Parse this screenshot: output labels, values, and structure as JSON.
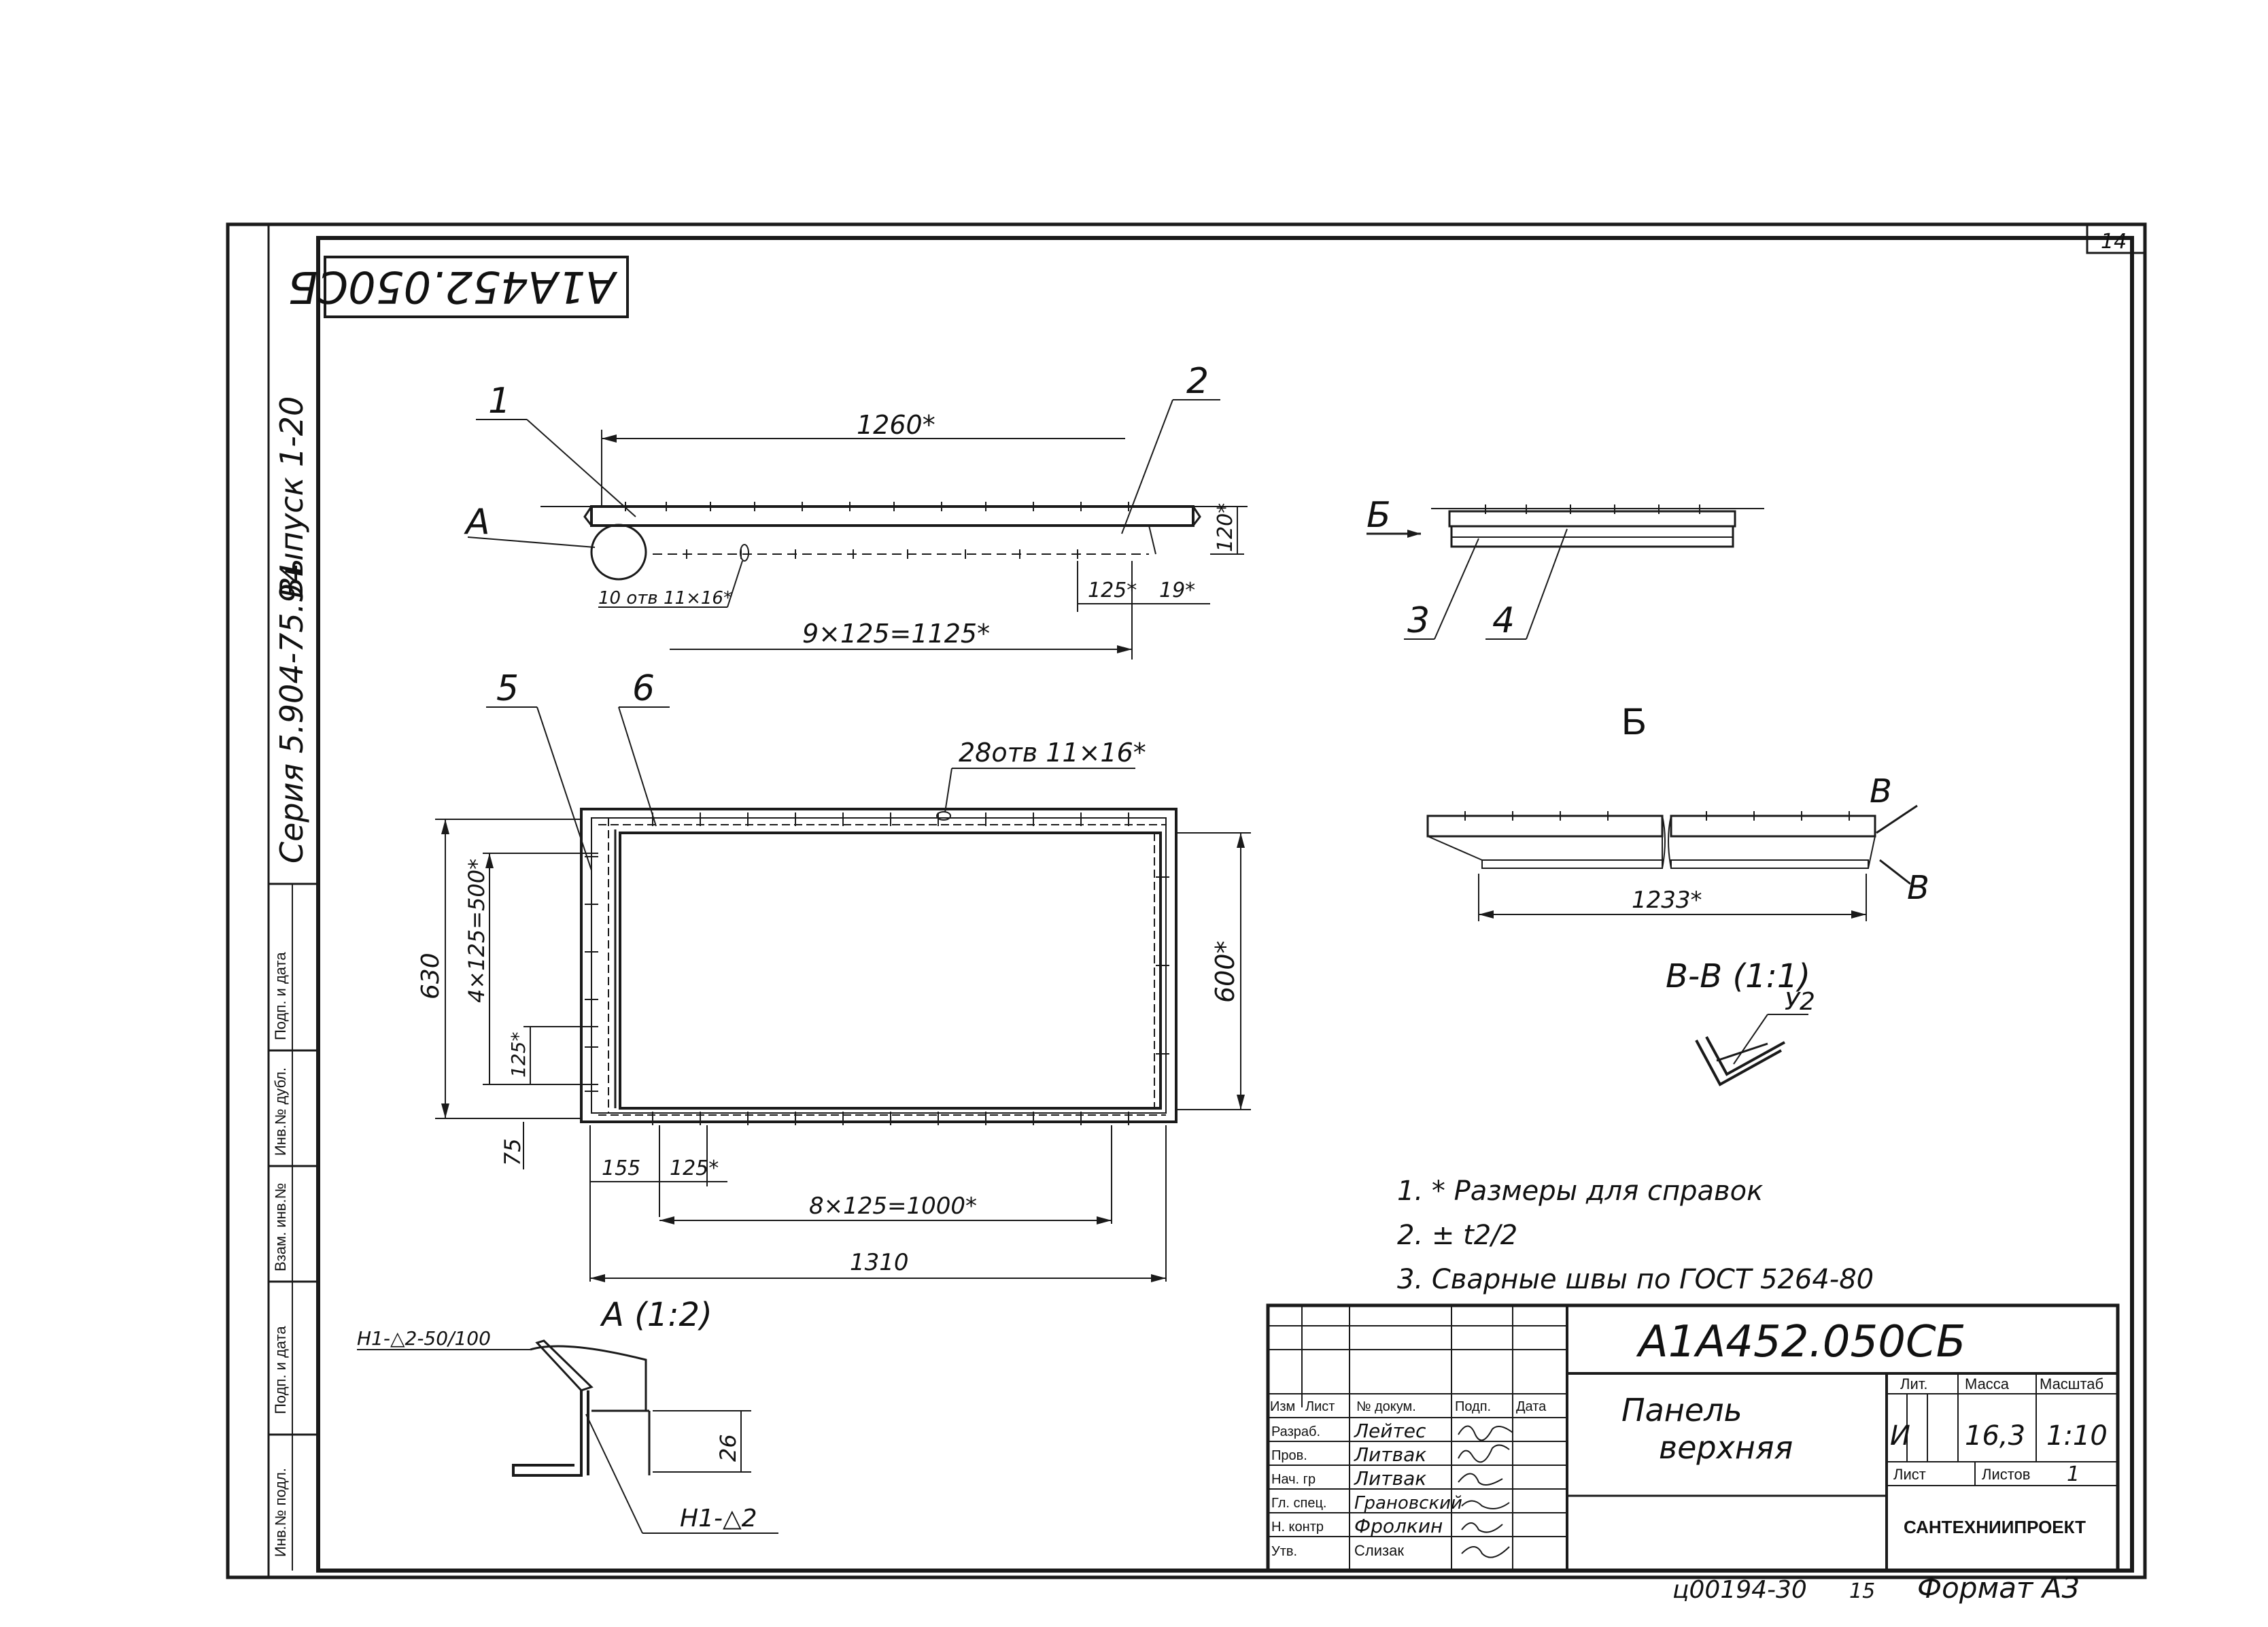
{
  "sheet": {
    "corner_number": "14",
    "code_mirrored": "A1A452.050СБ",
    "bottom_code": "ц00194-30",
    "bottom_number": "15",
    "format_label": "Формат А3"
  },
  "side_strip": {
    "series_text": "Серия 5.904-75.94",
    "issue_text": "Выпуск 1-20",
    "cells": [
      "Инв.№ подл.",
      "Подп. и дата",
      "Взам. инв.№",
      "Инв.№ дубл.",
      "Подп. и дата"
    ]
  },
  "top_view": {
    "dim_length": "1260*",
    "dim_height": "120*",
    "dim_125": "125*",
    "dim_19": "19*",
    "dim_series": "9×125=1125*",
    "holes_label": "10 отв 11×16*",
    "label_A": "А",
    "callout_1": "1",
    "callout_2": "2"
  },
  "side_view": {
    "label_B": "Б",
    "callout_3": "3",
    "callout_4": "4"
  },
  "plan_view": {
    "callout_5": "5",
    "callout_6": "6",
    "holes_label": "28отв 11×16*",
    "dim_630": "630",
    "dim_4x125": "4×125=500*",
    "dim_125v": "125*",
    "dim_75": "75",
    "dim_600": "600*",
    "dim_155": "155",
    "dim_125h": "125*",
    "dim_8x125": "8×125=1000*",
    "dim_1310": "1310"
  },
  "view_B": {
    "title": "Б",
    "label_V1": "В",
    "label_V2": "В",
    "dim_1233": "1233*"
  },
  "section_VV": {
    "title": "В-В (1:1)",
    "weld": "У2"
  },
  "detail_A": {
    "title": "А (1:2)",
    "weld_top": "Н1-△2-50/100",
    "weld_bottom": "Н1-△2",
    "dim_26": "26"
  },
  "notes": [
    "1. * Размеры для справок",
    "2. ± t2/2",
    "3. Сварные швы по ГОСТ 5264-80"
  ],
  "title_block": {
    "designation": "А1А452.050СБ",
    "name_line1": "Панель",
    "name_line2": "верхняя",
    "lit_header": "Лит.",
    "mass_header": "Масса",
    "scale_header": "Масштаб",
    "lit_value": "И",
    "mass_value": "16,3",
    "scale_value": "1:10",
    "sheet_label": "Лист",
    "sheets_label": "Листов",
    "sheets_value": "1",
    "org": "САНТЕХНИИПРОЕКТ",
    "col_headers": [
      "Изм",
      "Лист",
      "№ докум.",
      "Подп.",
      "Дата"
    ],
    "rows": [
      {
        "role": "Разраб.",
        "name": "Лейтес"
      },
      {
        "role": "Пров.",
        "name": "Литвак"
      },
      {
        "role": "Нач. гр",
        "name": "Литвак"
      },
      {
        "role": "Гл. спец.",
        "name": "Грановский"
      },
      {
        "role": "Н. контр",
        "name": "Фролкин"
      },
      {
        "role": "Утв.",
        "name": "Слизак"
      }
    ]
  }
}
